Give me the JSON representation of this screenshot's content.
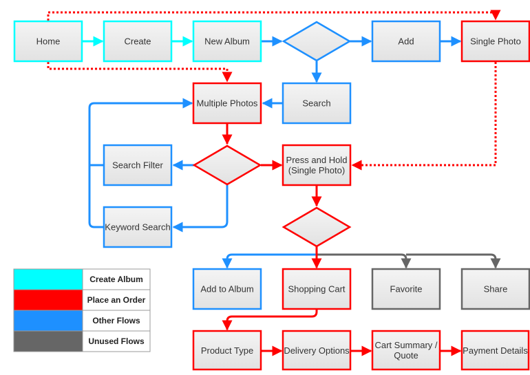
{
  "colors": {
    "create_album": "#00FFFF",
    "place_order": "#FF0000",
    "other_flows": "#1E90FF",
    "unused_flows": "#666666",
    "box_fill": "#EBEBEB"
  },
  "nodes": {
    "home": {
      "label": "Home"
    },
    "create": {
      "label": "Create"
    },
    "new_album": {
      "label": "New Album"
    },
    "add": {
      "label": "Add"
    },
    "single_photo": {
      "label": "Single Photo"
    },
    "multiple_photos": {
      "label": "Multiple Photos"
    },
    "search": {
      "label": "Search"
    },
    "search_filter": {
      "label": "Search Filter"
    },
    "press_hold": {
      "line1": "Press and Hold",
      "line2": "(Single Photo)"
    },
    "keyword_search": {
      "label": "Keyword Search"
    },
    "add_to_album": {
      "label": "Add to Album"
    },
    "shopping_cart": {
      "label": "Shopping Cart"
    },
    "favorite": {
      "label": "Favorite"
    },
    "share": {
      "label": "Share"
    },
    "product_type": {
      "label": "Product Type"
    },
    "delivery_options": {
      "label": "Delivery Options"
    },
    "cart_summary": {
      "line1": "Cart Summary /",
      "line2": "Quote"
    },
    "payment_details": {
      "label": "Payment Details"
    }
  },
  "legend": [
    {
      "label": "Create Album",
      "color": "#00FFFF"
    },
    {
      "label": "Place an Order",
      "color": "#FF0000"
    },
    {
      "label": "Other Flows",
      "color": "#1E90FF"
    },
    {
      "label": "Unused Flows",
      "color": "#666666"
    }
  ]
}
